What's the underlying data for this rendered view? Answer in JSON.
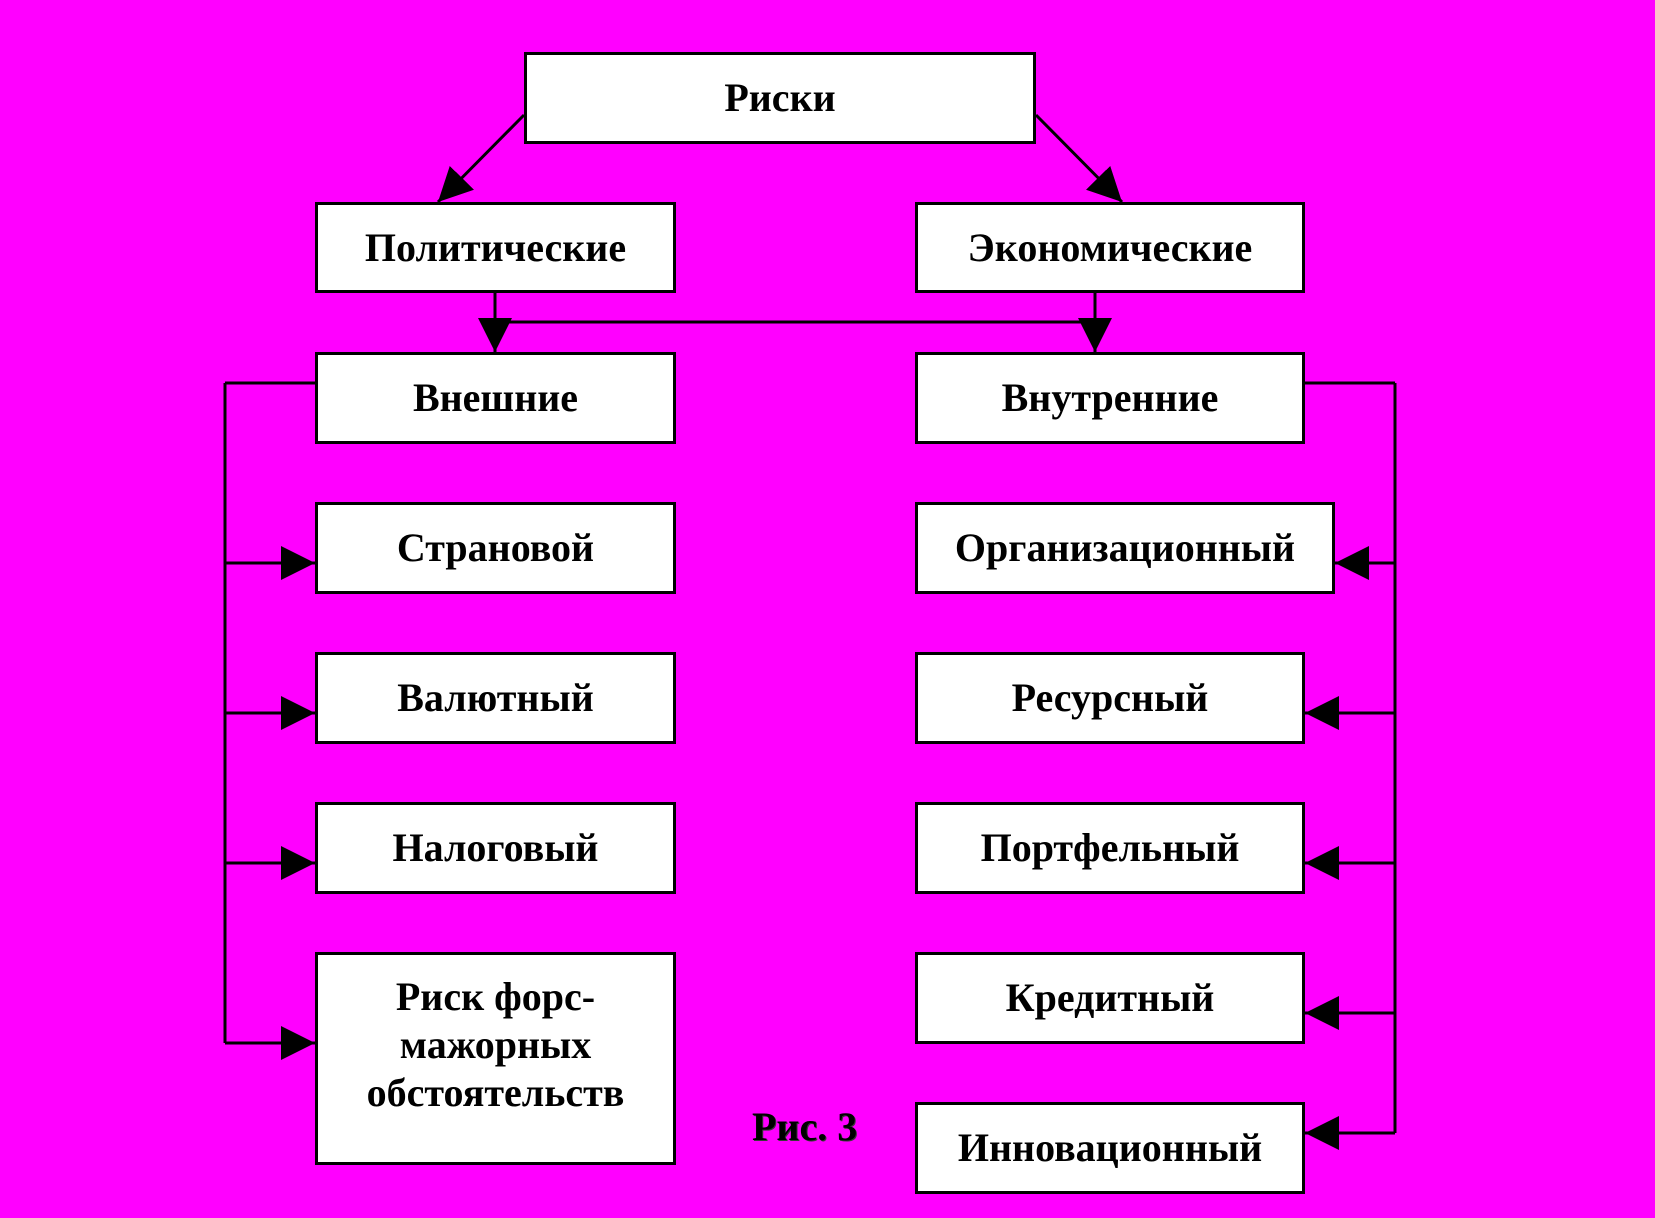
{
  "colors": {
    "background": "#ff00ff",
    "box_fill": "#ffffff",
    "line": "#000000"
  },
  "root": {
    "label": "Риски"
  },
  "categories": {
    "political": "Политические",
    "economic": "Экономические"
  },
  "groups": {
    "external": "Внешние",
    "internal": "Внутренние"
  },
  "external_items": [
    "Страновой",
    "Валютный",
    "Налоговый",
    "Риск форс-\nмажорных\nобстоятельств"
  ],
  "internal_items": [
    "Организационный",
    "Ресурсный",
    "Портфельный",
    "Кредитный",
    "Инновационный"
  ],
  "caption": "Рис. 3"
}
